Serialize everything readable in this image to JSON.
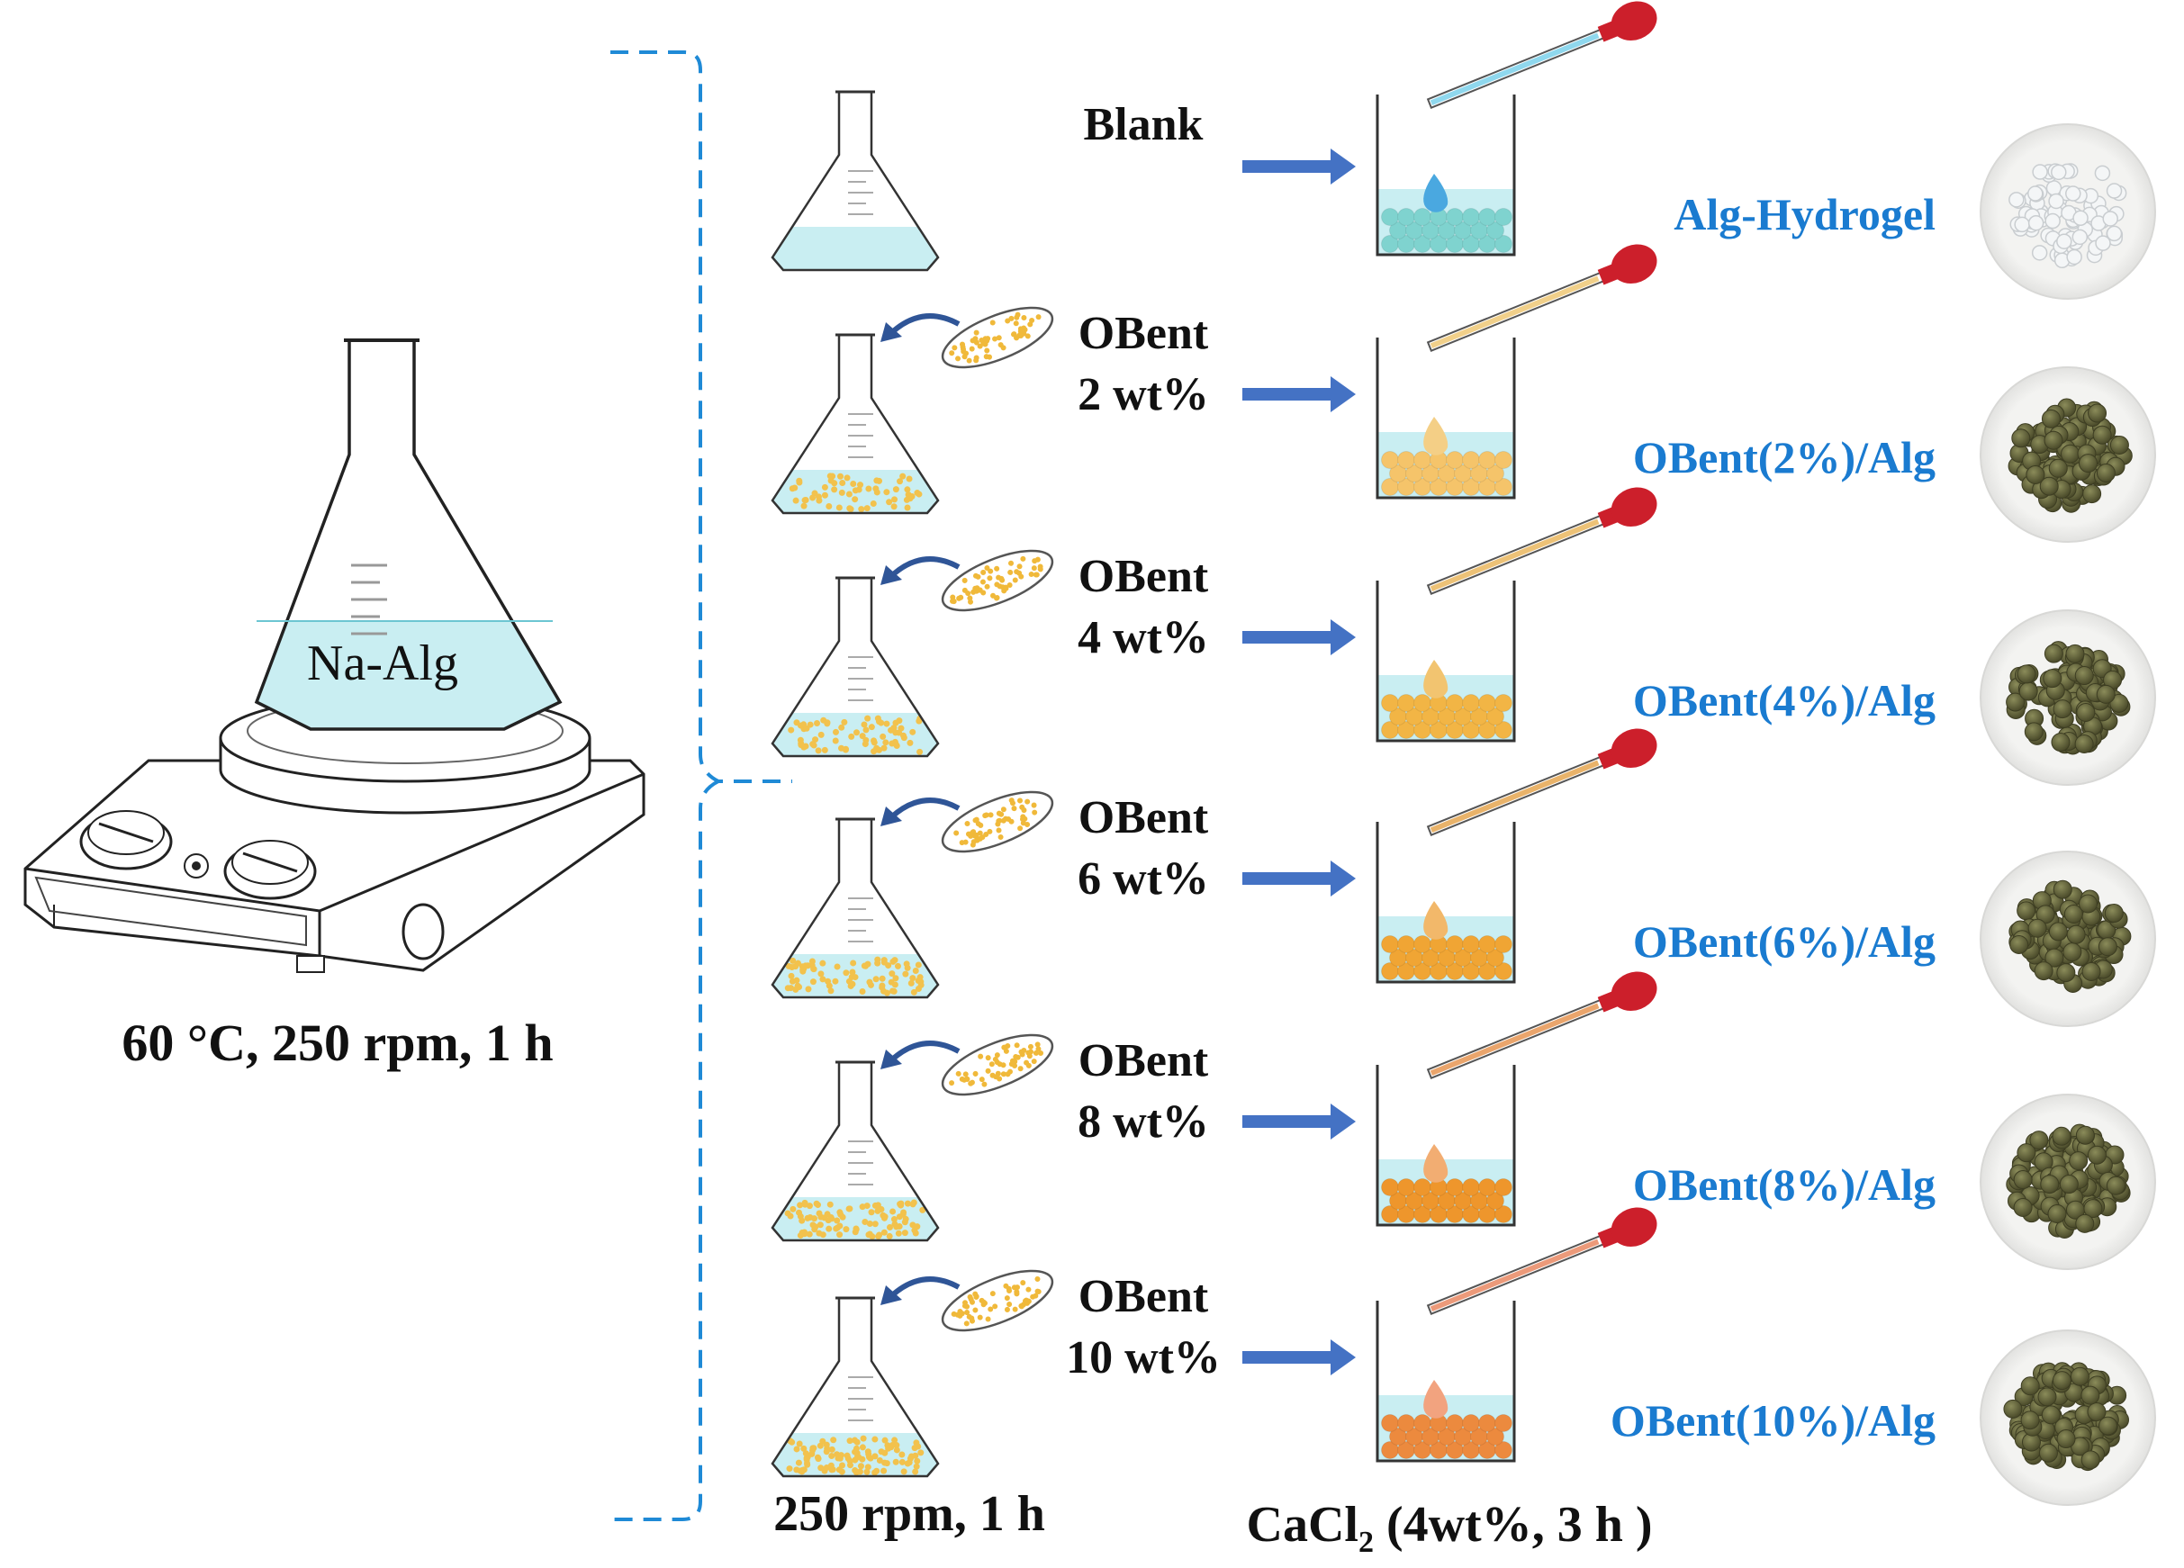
{
  "stirrer": {
    "flask_label": "Na-Alg",
    "conditions": "60 °C, 250 rpm, 1 h"
  },
  "rows": [
    {
      "additive_line1": "Blank",
      "additive_line2": "",
      "product": "Alg-Hydrogel",
      "bead_color": "#7fd3cf",
      "drop_color": "#4aa8e0",
      "tip_color": "#8fd8ee",
      "product_kind": "hydrogel",
      "has_powder": false
    },
    {
      "additive_line1": "OBent",
      "additive_line2": "2 wt%",
      "product": "OBent(2%)/Alg",
      "bead_color": "#f5c46a",
      "drop_color": "#f4cf86",
      "tip_color": "#f1d08a",
      "product_kind": "beads",
      "has_powder": true
    },
    {
      "additive_line1": "OBent",
      "additive_line2": "4 wt%",
      "product": "OBent(4%)/Alg",
      "bead_color": "#f2b545",
      "drop_color": "#f2c470",
      "tip_color": "#edc277",
      "product_kind": "beads",
      "has_powder": true
    },
    {
      "additive_line1": "OBent",
      "additive_line2": "6 wt%",
      "product": "OBent(6%)/Alg",
      "bead_color": "#f0a534",
      "drop_color": "#f2b86a",
      "tip_color": "#e9b36a",
      "product_kind": "beads",
      "has_powder": true
    },
    {
      "additive_line1": "OBent",
      "additive_line2": "8 wt%",
      "product": "OBent(8%)/Alg",
      "bead_color": "#ee962c",
      "drop_color": "#f2ad72",
      "tip_color": "#eaa56c",
      "product_kind": "beads",
      "has_powder": true
    },
    {
      "additive_line1": "OBent",
      "additive_line2": "10 wt%",
      "product": "OBent(10%)/Alg",
      "bead_color": "#ec8a3e",
      "drop_color": "#f2a37f",
      "tip_color": "#ec9a7a",
      "product_kind": "beads",
      "has_powder": true
    }
  ],
  "bottom": {
    "mix_conditions": "250 rpm, 1 h",
    "cacl2_prefix": "CaCl",
    "cacl2_subscript": "2",
    "cacl2_suffix": " (4wt%, 3 h )"
  },
  "colors": {
    "solution": "#c9eef2",
    "arrow": "#4472c4",
    "curved_arrow": "#2f5597",
    "bracket": "#1f8ad6",
    "blue_text": "#1a7bd0",
    "bulb_red": "#cc1f2b",
    "product_bead_dark": "#5f6138"
  }
}
